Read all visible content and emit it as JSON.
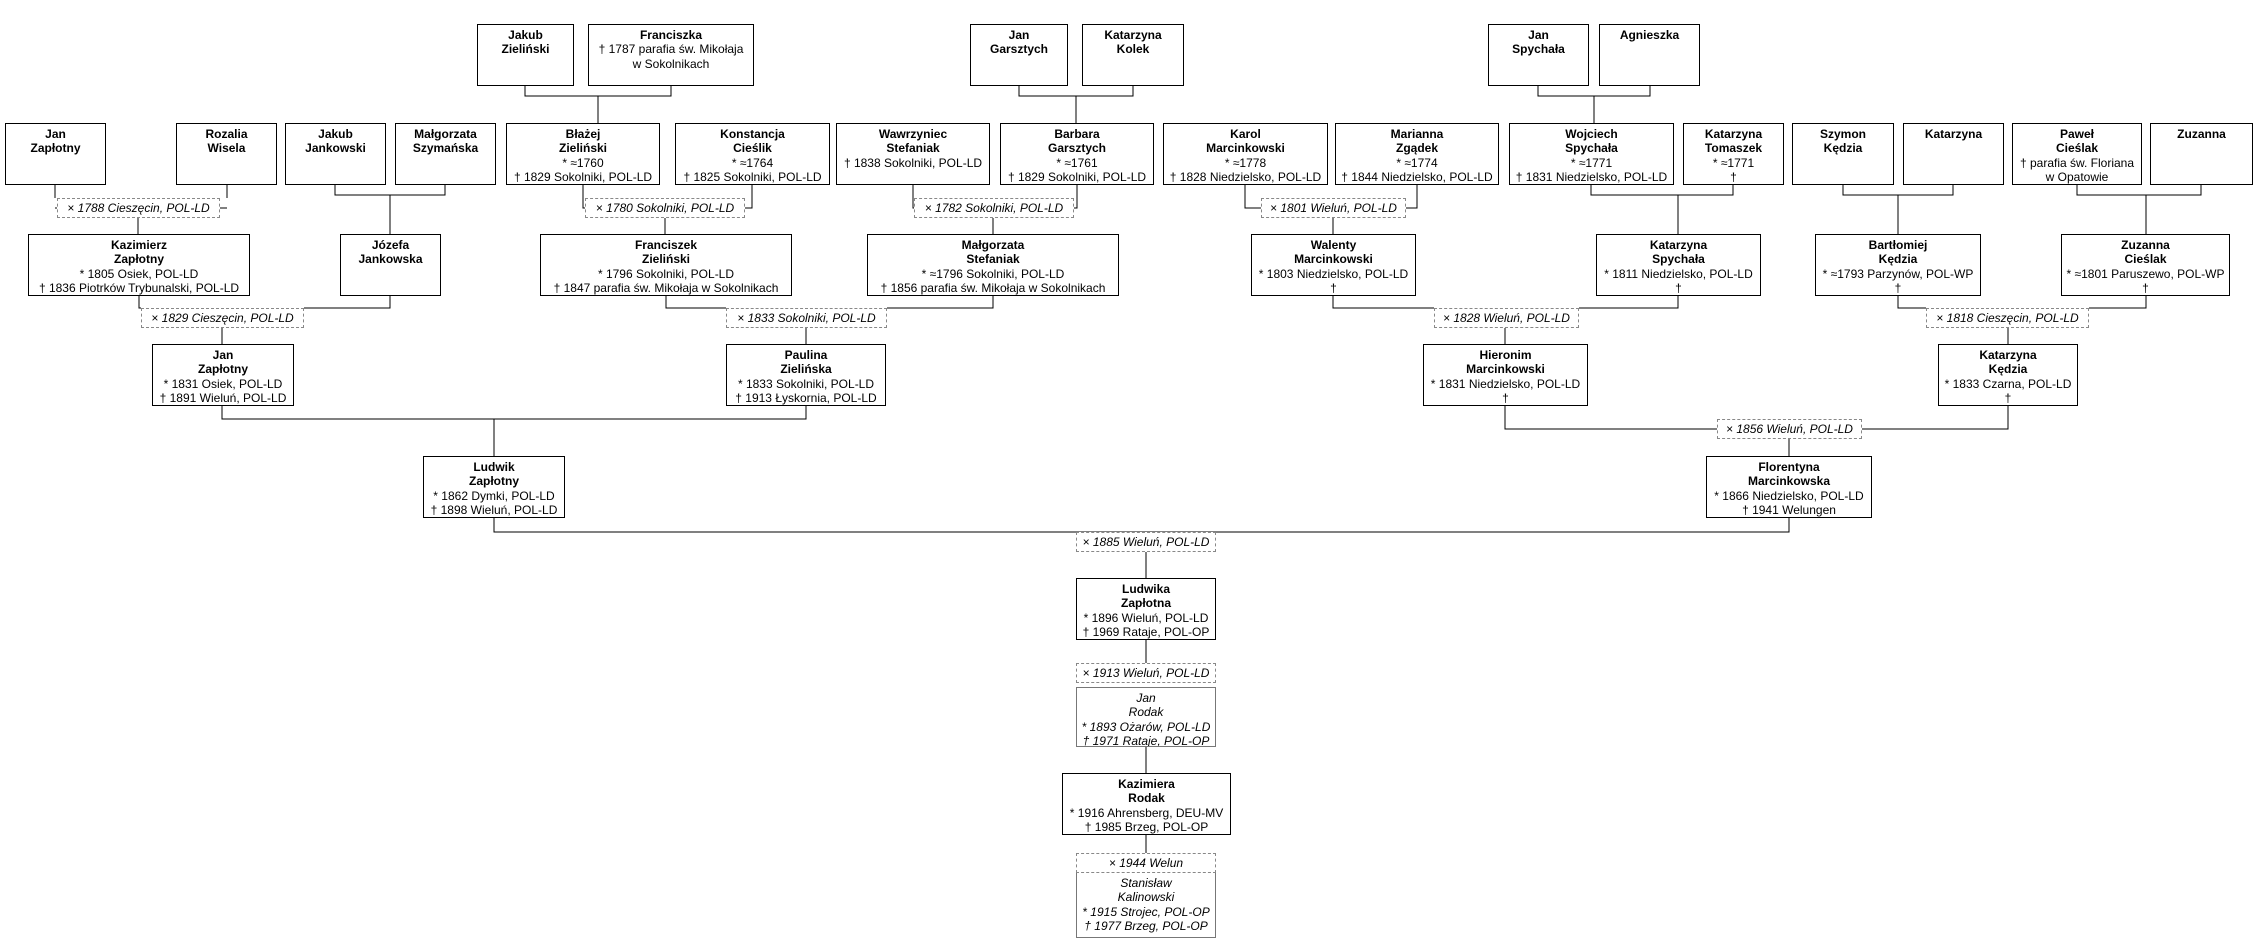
{
  "people": {
    "jakub_zielinski": {
      "given": "Jakub",
      "surname": "Zieliński",
      "events": []
    },
    "franciszka": {
      "given": "Franciszka",
      "surname": "",
      "events": [
        "† 1787 parafia św. Mikołaja",
        "w Sokolnikach"
      ]
    },
    "jan_garsztych": {
      "given": "Jan",
      "surname": "Garsztych",
      "events": []
    },
    "katarzyna_kolek": {
      "given": "Katarzyna",
      "surname": "Kolek",
      "events": []
    },
    "jan_spychala": {
      "given": "Jan",
      "surname": "Spychała",
      "events": []
    },
    "agnieszka": {
      "given": "Agnieszka",
      "surname": "",
      "events": []
    },
    "jan_zaplotny_1": {
      "given": "Jan",
      "surname": "Zapłotny",
      "events": []
    },
    "rozalia_wisela": {
      "given": "Rozalia",
      "surname": "Wisela",
      "events": []
    },
    "jakub_jankowski": {
      "given": "Jakub",
      "surname": "Jankowski",
      "events": []
    },
    "malgorzata_szymanska": {
      "given": "Małgorzata",
      "surname": "Szymańska",
      "events": []
    },
    "blazej_zielinski": {
      "given": "Błażej",
      "surname": "Zieliński",
      "events": [
        "* ≈1760",
        "† 1829 Sokolniki, POL-LD"
      ]
    },
    "konstancja_cieslik": {
      "given": "Konstancja",
      "surname": "Cieślik",
      "events": [
        "* ≈1764",
        "† 1825 Sokolniki, POL-LD"
      ]
    },
    "wawrzyniec_stefaniak": {
      "given": "Wawrzyniec",
      "surname": "Stefaniak",
      "events": [
        "† 1838 Sokolniki, POL-LD"
      ]
    },
    "barbara_garsztych": {
      "given": "Barbara",
      "surname": "Garsztych",
      "events": [
        "* ≈1761",
        "† 1829 Sokolniki, POL-LD"
      ]
    },
    "karol_marcinkowski": {
      "given": "Karol",
      "surname": "Marcinkowski",
      "events": [
        "* ≈1778",
        "† 1828 Niedzielsko, POL-LD"
      ]
    },
    "marianna_zgadek": {
      "given": "Marianna",
      "surname": "Zgądek",
      "events": [
        "* ≈1774",
        "† 1844 Niedzielsko, POL-LD"
      ]
    },
    "wojciech_spychala": {
      "given": "Wojciech",
      "surname": "Spychała",
      "events": [
        "* ≈1771",
        "† 1831 Niedzielsko, POL-LD"
      ]
    },
    "katarzyna_tomaszek": {
      "given": "Katarzyna",
      "surname": "Tomaszek",
      "events": [
        "* ≈1771",
        "†"
      ]
    },
    "szymon_kedzia": {
      "given": "Szymon",
      "surname": "Kędzia",
      "events": []
    },
    "katarzyna_2": {
      "given": "Katarzyna",
      "surname": "",
      "events": []
    },
    "pawel_cieslak": {
      "given": "Paweł",
      "surname": "Cieślak",
      "events": [
        "† parafia św. Floriana",
        "w Opatowie"
      ]
    },
    "zuzanna_1": {
      "given": "Zuzanna",
      "surname": "",
      "events": []
    },
    "kazimierz_zaplotny": {
      "given": "Kazimierz",
      "surname": "Zapłotny",
      "events": [
        "* 1805 Osiek, POL-LD",
        "† 1836 Piotrków Trybunalski, POL-LD"
      ]
    },
    "jozefa_jankowska": {
      "given": "Józefa",
      "surname": "Jankowska",
      "events": []
    },
    "franciszek_zielinski": {
      "given": "Franciszek",
      "surname": "Zieliński",
      "events": [
        "* 1796 Sokolniki, POL-LD",
        "† 1847 parafia św. Mikołaja w Sokolnikach"
      ]
    },
    "malgorzata_stefaniak": {
      "given": "Małgorzata",
      "surname": "Stefaniak",
      "events": [
        "* ≈1796 Sokolniki, POL-LD",
        "† 1856 parafia św. Mikołaja w Sokolnikach"
      ]
    },
    "walenty_marcinkowski": {
      "given": "Walenty",
      "surname": "Marcinkowski",
      "events": [
        "* 1803 Niedzielsko, POL-LD",
        "†"
      ]
    },
    "katarzyna_spychala": {
      "given": "Katarzyna",
      "surname": "Spychała",
      "events": [
        "* 1811 Niedzielsko, POL-LD",
        "†"
      ]
    },
    "bartlomiej_kedzia": {
      "given": "Bartłomiej",
      "surname": "Kędzia",
      "events": [
        "* ≈1793 Parzynów, POL-WP",
        "†"
      ]
    },
    "zuzanna_cieslak": {
      "given": "Zuzanna",
      "surname": "Cieślak",
      "events": [
        "* ≈1801 Paruszewo, POL-WP",
        "†"
      ]
    },
    "jan_zaplotny_2": {
      "given": "Jan",
      "surname": "Zapłotny",
      "events": [
        "* 1831 Osiek, POL-LD",
        "† 1891 Wieluń, POL-LD"
      ]
    },
    "paulina_zielinska": {
      "given": "Paulina",
      "surname": "Zielińska",
      "events": [
        "* 1833 Sokolniki, POL-LD",
        "† 1913 Łyskornia, POL-LD"
      ]
    },
    "hieronim_marcinkowski": {
      "given": "Hieronim",
      "surname": "Marcinkowski",
      "events": [
        "* 1831 Niedzielsko, POL-LD",
        "†"
      ]
    },
    "katarzyna_kedzia": {
      "given": "Katarzyna",
      "surname": "Kędzia",
      "events": [
        "* 1833 Czarna, POL-LD",
        "†"
      ]
    },
    "ludwik_zaplotny": {
      "given": "Ludwik",
      "surname": "Zapłotny",
      "events": [
        "* 1862 Dymki, POL-LD",
        "† 1898 Wieluń, POL-LD"
      ]
    },
    "florentyna_marcinkowska": {
      "given": "Florentyna",
      "surname": "Marcinkowska",
      "events": [
        "* 1866 Niedzielsko, POL-LD",
        "† 1941 Welungen"
      ]
    },
    "ludwika_zaplotna": {
      "given": "Ludwika",
      "surname": "Zapłotna",
      "events": [
        "* 1896 Wieluń, POL-LD",
        "† 1969 Rataje, POL-OP"
      ]
    },
    "jan_rodak": {
      "given": "Jan",
      "surname": "Rodak",
      "events": [
        "* 1893 Ożarów, POL-LD",
        "† 1971 Rataje, POL-OP"
      ]
    },
    "kazimiera_rodak": {
      "given": "Kazimiera",
      "surname": "Rodak",
      "events": [
        "* 1916 Ahrensberg, DEU-MV",
        "† 1985 Brzeg, POL-OP"
      ]
    },
    "stanislaw_kalinowski": {
      "given": "Stanisław",
      "surname": "Kalinowski",
      "events": [
        "* 1915 Strojec, POL-OP",
        "† 1977 Brzeg, POL-OP"
      ]
    }
  },
  "marriages": {
    "m1788": "× 1788 Cieszęcin, POL-LD",
    "m1780": "× 1780 Sokolniki, POL-LD",
    "m1782": "× 1782 Sokolniki, POL-LD",
    "m1801": "× 1801 Wieluń, POL-LD",
    "m1829": "× 1829 Cieszęcin, POL-LD",
    "m1833": "× 1833 Sokolniki, POL-LD",
    "m1828": "× 1828 Wieluń, POL-LD",
    "m1818": "× 1818 Cieszęcin, POL-LD",
    "m1856": "× 1856 Wieluń, POL-LD",
    "m1885": "× 1885 Wieluń, POL-LD",
    "m1913": "× 1913 Wieluń, POL-LD",
    "m1944": "× 1944 Welun"
  },
  "colors": {
    "line": "#000000",
    "box_border": "#000000",
    "marriage_border": "#888888",
    "background": "#ffffff"
  }
}
